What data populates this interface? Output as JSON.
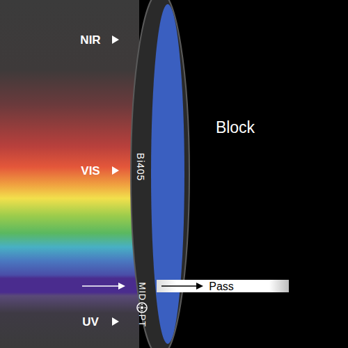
{
  "diagram": {
    "labels": [
      "NIR",
      "VIS",
      "Bi405",
      "Block",
      "Pass",
      "MID",
      "PT",
      "UV"
    ]
  }
}
